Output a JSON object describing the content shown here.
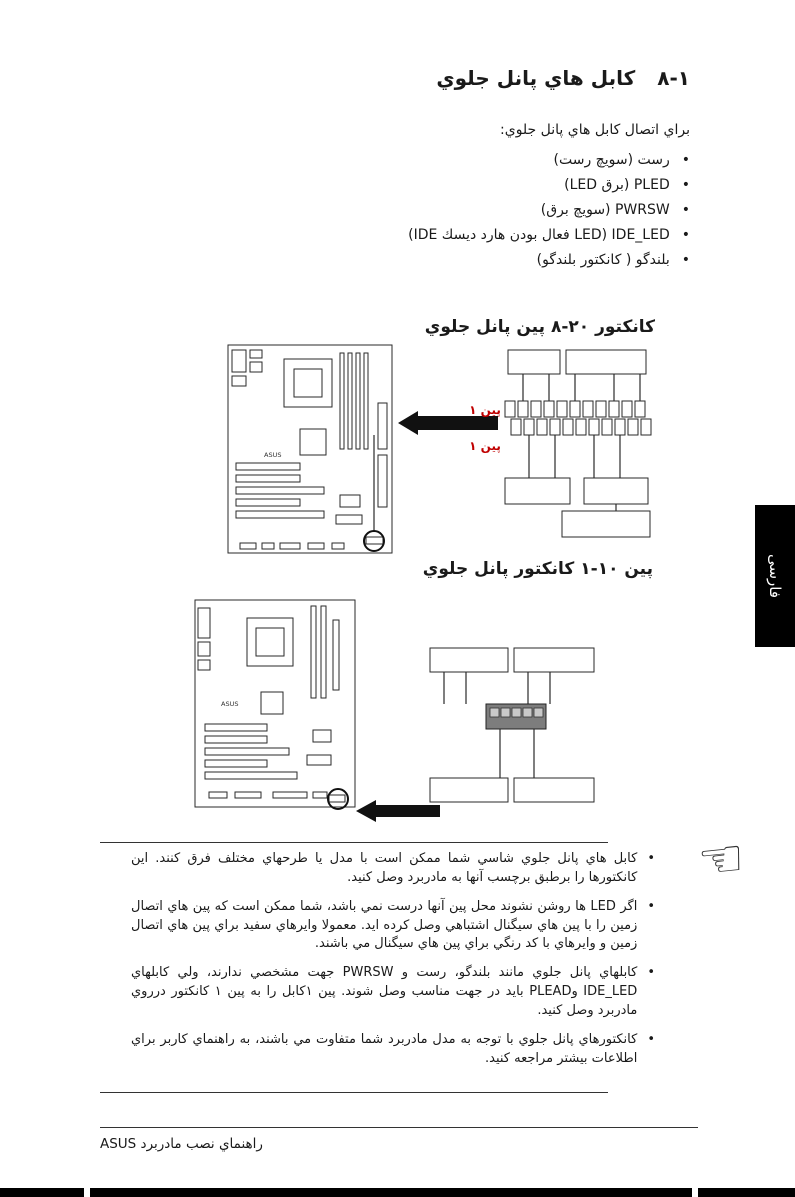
{
  "header": {
    "section_number": "١-٨",
    "title": "كابل هاي پانل جلوي"
  },
  "intro": "براي اتصال كابل هاي پانل جلوي:",
  "connector_list": [
    "رست (سويچ رست)",
    "PLED (برق LED)",
    "PWRSW (سويچ برق)",
    "IDE_LED (LED فعال بودن هارد ديسك IDE)",
    "بلندگو ( كانكتور بلندگو)"
  ],
  "diagram1": {
    "title": "كانكتور ٢٠-٨ پين پانل جلوي",
    "pin1_label": "پين ١"
  },
  "diagram2": {
    "title": "پين ١٠-١ كانكتور پانل جلوي"
  },
  "board_brand": "ASUS",
  "sidebar_tab": "فارسى",
  "notes": [
    "كابل هاي پانل جلوي شاسي شما ممكن است با مدل يا طرحهاي مختلف فرق كنند. اين كانكتورها را برطبق برچسب آنها به مادربرد وصل كنيد.",
    "اگر LED ها روشن نشوند محل پين آنها درست نمي باشد، شما ممكن است كه پين هاي اتصال زمين را با پين هاي سيگنال اشتباهي وصل كرده ايد. معمولا وايرهاي سفيد براي پين هاي اتصال زمين و وايرهاي با كد رنگي براي پين هاي سيگنال مي باشند.",
    "كابلهاي پانل جلوي مانند بلندگو، رست و PWRSW جهت مشخصي ندارند، ولي كابلهاي IDE_LED وPLEAD بايد در جهت مناسب وصل شوند. پين ١كابل را به پين ١ كانكتور درروي مادربرد وصل كنيد.",
    "كانكتورهاي پانل جلوي با توجه به مدل مادربرد شما متفاوت مي باشند، به راهنماي كاربر براي اطلاعات بيشتر مراجعه كنيد."
  ],
  "footer": "راهنماي نصب مادربرد ASUS",
  "icons": {
    "bullet": "•",
    "hand": "☜"
  },
  "colors": {
    "pin_label_red": "#c00000",
    "tab_background": "#000000"
  }
}
